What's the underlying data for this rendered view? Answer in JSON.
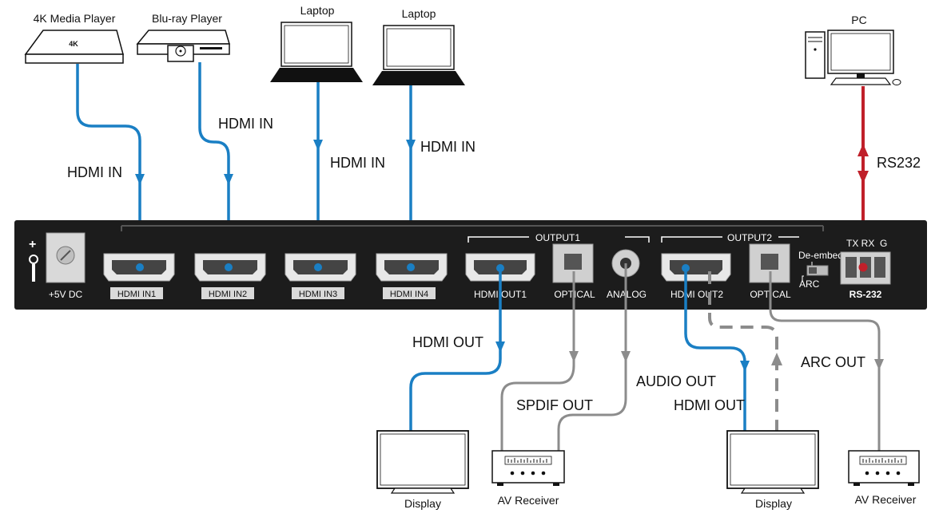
{
  "devices": {
    "media_player": "4K Media Player",
    "media_player_badge": "4K",
    "bluray": "Blu-ray Player",
    "laptop1": "Laptop",
    "laptop2": "Laptop",
    "pc": "PC",
    "display1": "Display",
    "av_receiver1": "AV Receiver",
    "display2": "Display",
    "av_receiver2": "AV Receiver"
  },
  "connections": {
    "hdmi_in_1": "HDMI IN",
    "hdmi_in_2": "HDMI IN",
    "hdmi_in_3": "HDMI IN",
    "hdmi_in_4": "HDMI IN",
    "rs232": "RS232",
    "hdmi_out_1": "HDMI OUT",
    "spdif_out": "SPDIF OUT",
    "audio_out": "AUDIO OUT",
    "hdmi_out_2": "HDMI OUT",
    "arc_out": "ARC OUT"
  },
  "panel": {
    "power": "+5V DC",
    "ports": {
      "hdmi_in1": "HDMI IN1",
      "hdmi_in2": "HDMI IN2",
      "hdmi_in3": "HDMI IN3",
      "hdmi_in4": "HDMI IN4",
      "hdmi_out1": "HDMI OUT1",
      "optical1": "OPTICAL",
      "analog": "ANALOG",
      "hdmi_out2": "HDMI OUT2",
      "optical2": "OPTICAL",
      "rs232": "RS-232"
    },
    "output1_group": "OUTPUT1",
    "output2_group": "OUTPUT2",
    "de_embed": "De-embed",
    "arc": "ARC",
    "rs232_pins": "TX RX  G"
  },
  "colors": {
    "hdmi_cable": "#1a7fc4",
    "audio_cable": "#8c8c8c",
    "rs232_cable": "#c0202a",
    "panel": "#1c1c1c"
  }
}
